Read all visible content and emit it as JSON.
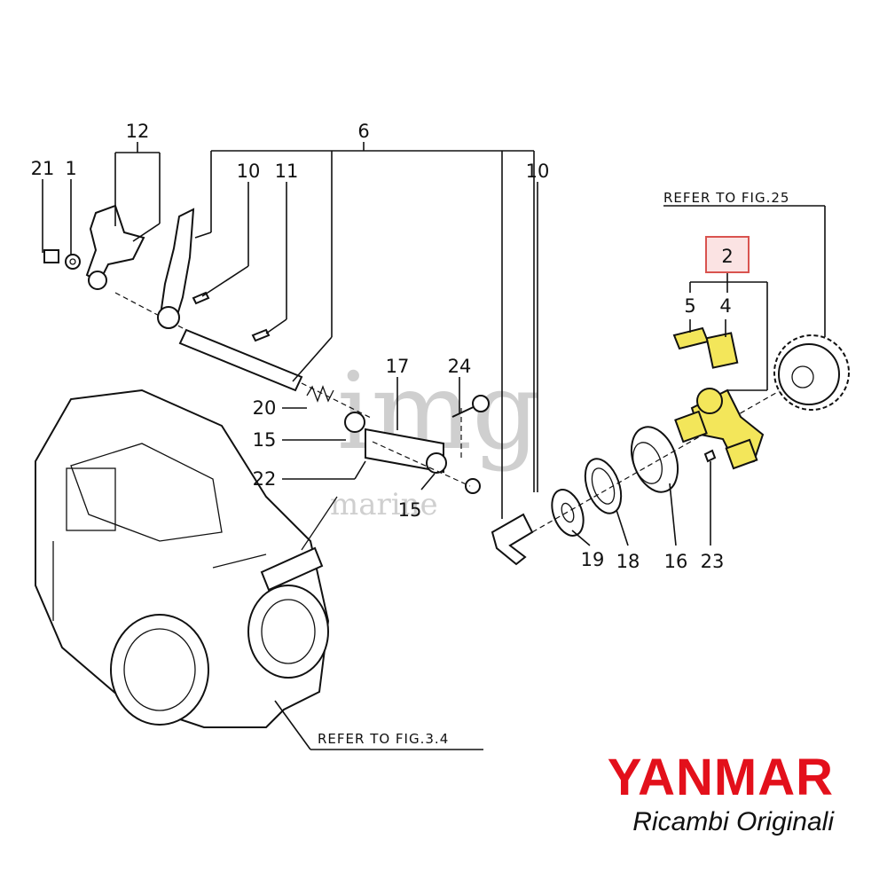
{
  "labels": {
    "n12": "12",
    "n6": "6",
    "n21": "21",
    "n1": "1",
    "n10a": "10",
    "n11": "11",
    "n10b": "10",
    "n17": "17",
    "n24": "24",
    "n20": "20",
    "n15a": "15",
    "n22": "22",
    "n15b": "15",
    "n2": "2",
    "n5": "5",
    "n4": "4",
    "n19": "19",
    "n18": "18",
    "n16": "16",
    "n23": "23"
  },
  "references": {
    "fig25": "REFER TO FIG.25",
    "fig34": "REFER TO FIG.3.4"
  },
  "watermark": {
    "line1": "img",
    "line2": "marine"
  },
  "brand": {
    "name": "YANMAR",
    "subtitle": "Ricambi Originali",
    "color": "#e3101b"
  },
  "colors": {
    "highlight": "#f3e65a",
    "callout_box": "#d9534f",
    "callout_fill": "#fbe3e3"
  }
}
